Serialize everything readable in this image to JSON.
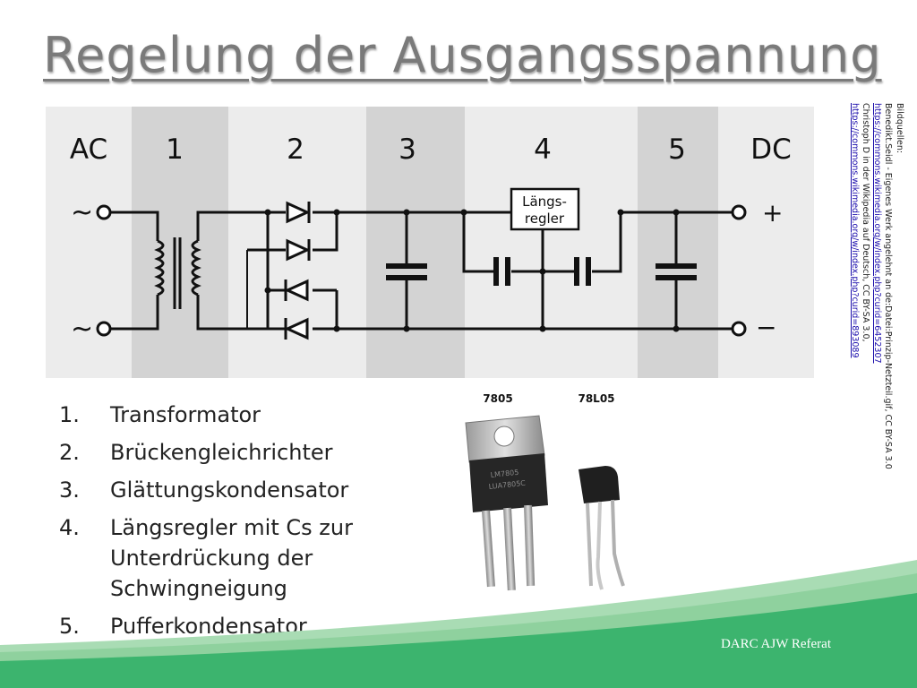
{
  "title": "Regelung der Ausgangsspannung",
  "schematic": {
    "stage_labels": [
      "AC",
      "1",
      "2",
      "3",
      "4",
      "5",
      "DC"
    ],
    "regulator_label_line1": "Längs-",
    "regulator_label_line2": "regler",
    "ac_symbol_top": "~",
    "ac_symbol_bottom": "~",
    "dc_plus": "+",
    "dc_minus": "−"
  },
  "sources": {
    "heading": "Bildquellen:",
    "line1": "Benedikt.Seidl - Eigenes Werk angelehnt an de:Datei:Prinzip-Netzteil.gif, CC BY-SA 3.0",
    "link1": "https://commons.wikimedia.org/w/index.php?curid=6452307",
    "line2": "Christoph D in der Wikipedia auf Deutsch, CC BY-SA 3.0,",
    "link2": "https://commons.wikimedia.org/w/index.php?curid=893089"
  },
  "list": [
    {
      "num": "1.",
      "text": "Transformator"
    },
    {
      "num": "2.",
      "text": "Brückengleichrichter"
    },
    {
      "num": "3.",
      "text": "Glättungskondensator"
    },
    {
      "num": "4.",
      "text": "Längsregler mit Cs zur Unterdrückung der Schwingneigung"
    },
    {
      "num": "5.",
      "text": "Pufferkondensator"
    }
  ],
  "photo": {
    "label_left": "7805",
    "label_right": "78L05",
    "chip_marking_line1": "LM7805",
    "chip_marking_line2": "LUA7805C"
  },
  "footer": "DARC AJW Referat",
  "colors": {
    "footer_green": "#3cb46e",
    "footer_light": "#8fd19e",
    "title_gray": "#7a7a7a"
  }
}
